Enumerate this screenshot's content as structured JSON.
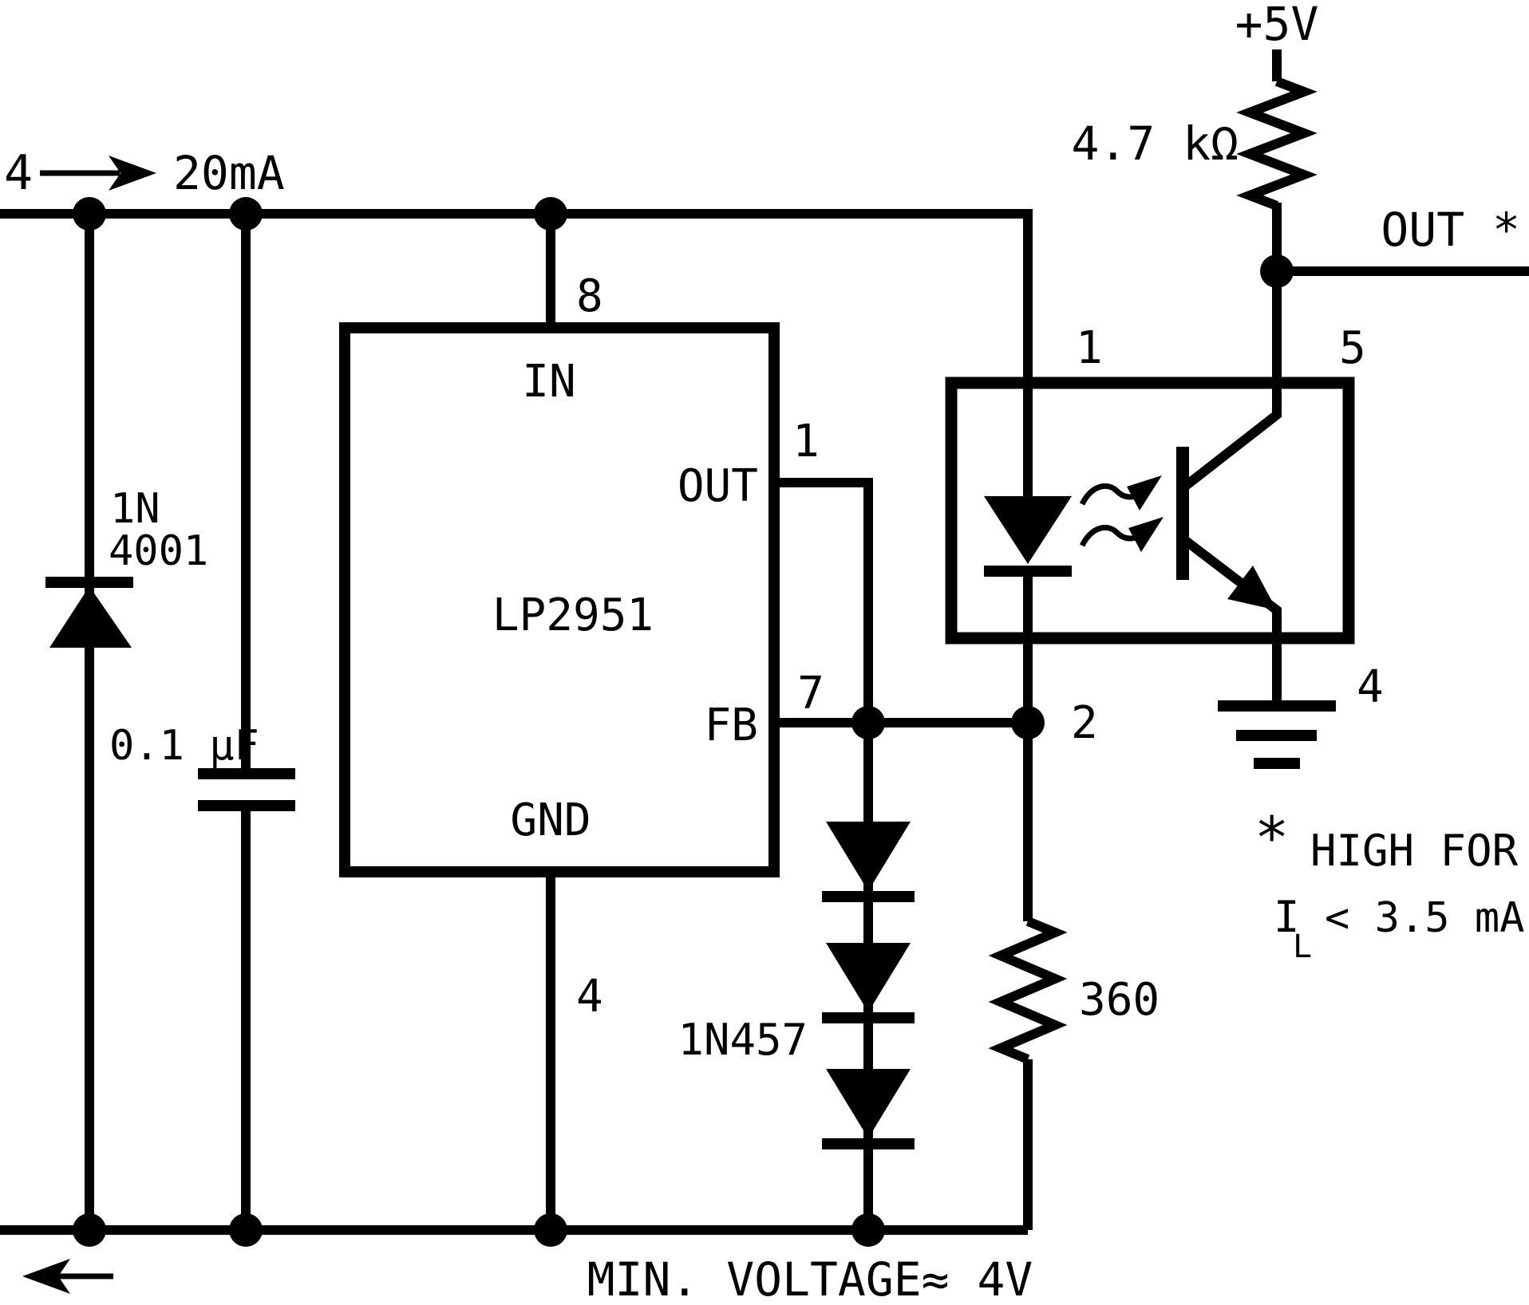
{
  "colors": {
    "ink": "#000000",
    "background": "#ffffff"
  },
  "input": {
    "pin": "4",
    "current": "20mA"
  },
  "protection_diode": {
    "label_line1": "1N",
    "label_line2": "4001"
  },
  "capacitor": {
    "value": "0.1 µF"
  },
  "regulator": {
    "name": "LP2951",
    "pin_in": {
      "label": "IN",
      "number": "8"
    },
    "pin_out": {
      "label": "OUT",
      "number": "1"
    },
    "pin_fb": {
      "label": "FB",
      "number": "7"
    },
    "pin_gnd": {
      "label": "GND",
      "number": "4"
    }
  },
  "diode_string": {
    "value": "1N457"
  },
  "bias_resistor": {
    "value": "360"
  },
  "pullup": {
    "supply": "+5V",
    "value": "4.7 kΩ"
  },
  "optocoupler": {
    "pin_anode": "1",
    "pin_collector": "5",
    "pin_cathode": "2",
    "pin_emitter": "4"
  },
  "output": {
    "label": "OUT *"
  },
  "footnote": {
    "mark": "*",
    "text": "HIGH FOR",
    "symbol": "I",
    "subscript": "L",
    "condition": "< 3.5 mA"
  },
  "bottom_note": "MIN. VOLTAGE≈ 4V"
}
